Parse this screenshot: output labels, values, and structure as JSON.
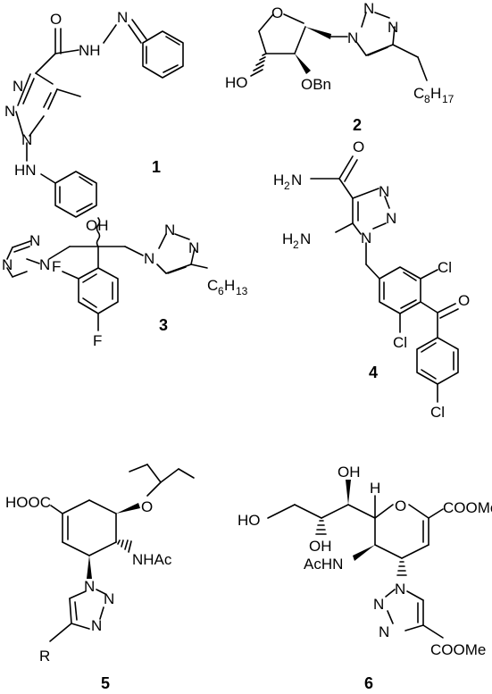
{
  "compounds": [
    {
      "number": "1",
      "labels": {
        "o": "O",
        "nh_amide": "NH",
        "n_imine": "N",
        "n1": "N",
        "n2": "N",
        "n3": "N",
        "hn": "HN"
      }
    },
    {
      "number": "2",
      "labels": {
        "o_ring": "O",
        "ho": "HO",
        "obn": "OBn",
        "n1": "N",
        "n2": "N",
        "n3": "N",
        "c8": "C",
        "c8_sub": "8",
        "h17": "H",
        "h17_sub": "17"
      }
    },
    {
      "number": "3",
      "labels": {
        "oh": "OH",
        "tz_n1": "N",
        "tz_n2": "N",
        "tz_n4": "N",
        "n1": "N",
        "n2": "N",
        "n3": "N",
        "f1": "F",
        "f2": "F",
        "c6": "C",
        "c6_sub": "6",
        "h13": "H",
        "h13_sub": "13"
      }
    },
    {
      "number": "4",
      "labels": {
        "h2n_amide": "H",
        "h2n_amide_sub": "2",
        "h2n_amide_n": "N",
        "o": "O",
        "h2n_amino": "H",
        "h2n_amino_sub": "2",
        "h2n_amino_n": "N",
        "n1": "N",
        "n2": "N",
        "n3": "N",
        "cl1": "Cl",
        "cl2": "Cl",
        "cl3": "Cl",
        "o_ketone": "O"
      }
    },
    {
      "number": "5",
      "labels": {
        "hooc": "HOOC",
        "o": "O",
        "nhac": "NHAc",
        "n1": "N",
        "n2": "N",
        "n3": "N",
        "r": "R"
      }
    },
    {
      "number": "6",
      "labels": {
        "oh1": "OH",
        "h": "H",
        "o_ring": "O",
        "cooMe1": "COOMe",
        "ho": "HO",
        "oh2": "OH",
        "achn": "AcHN",
        "n1": "N",
        "n2": "N",
        "n3": "N",
        "cooMe2": "COOMe"
      }
    }
  ]
}
